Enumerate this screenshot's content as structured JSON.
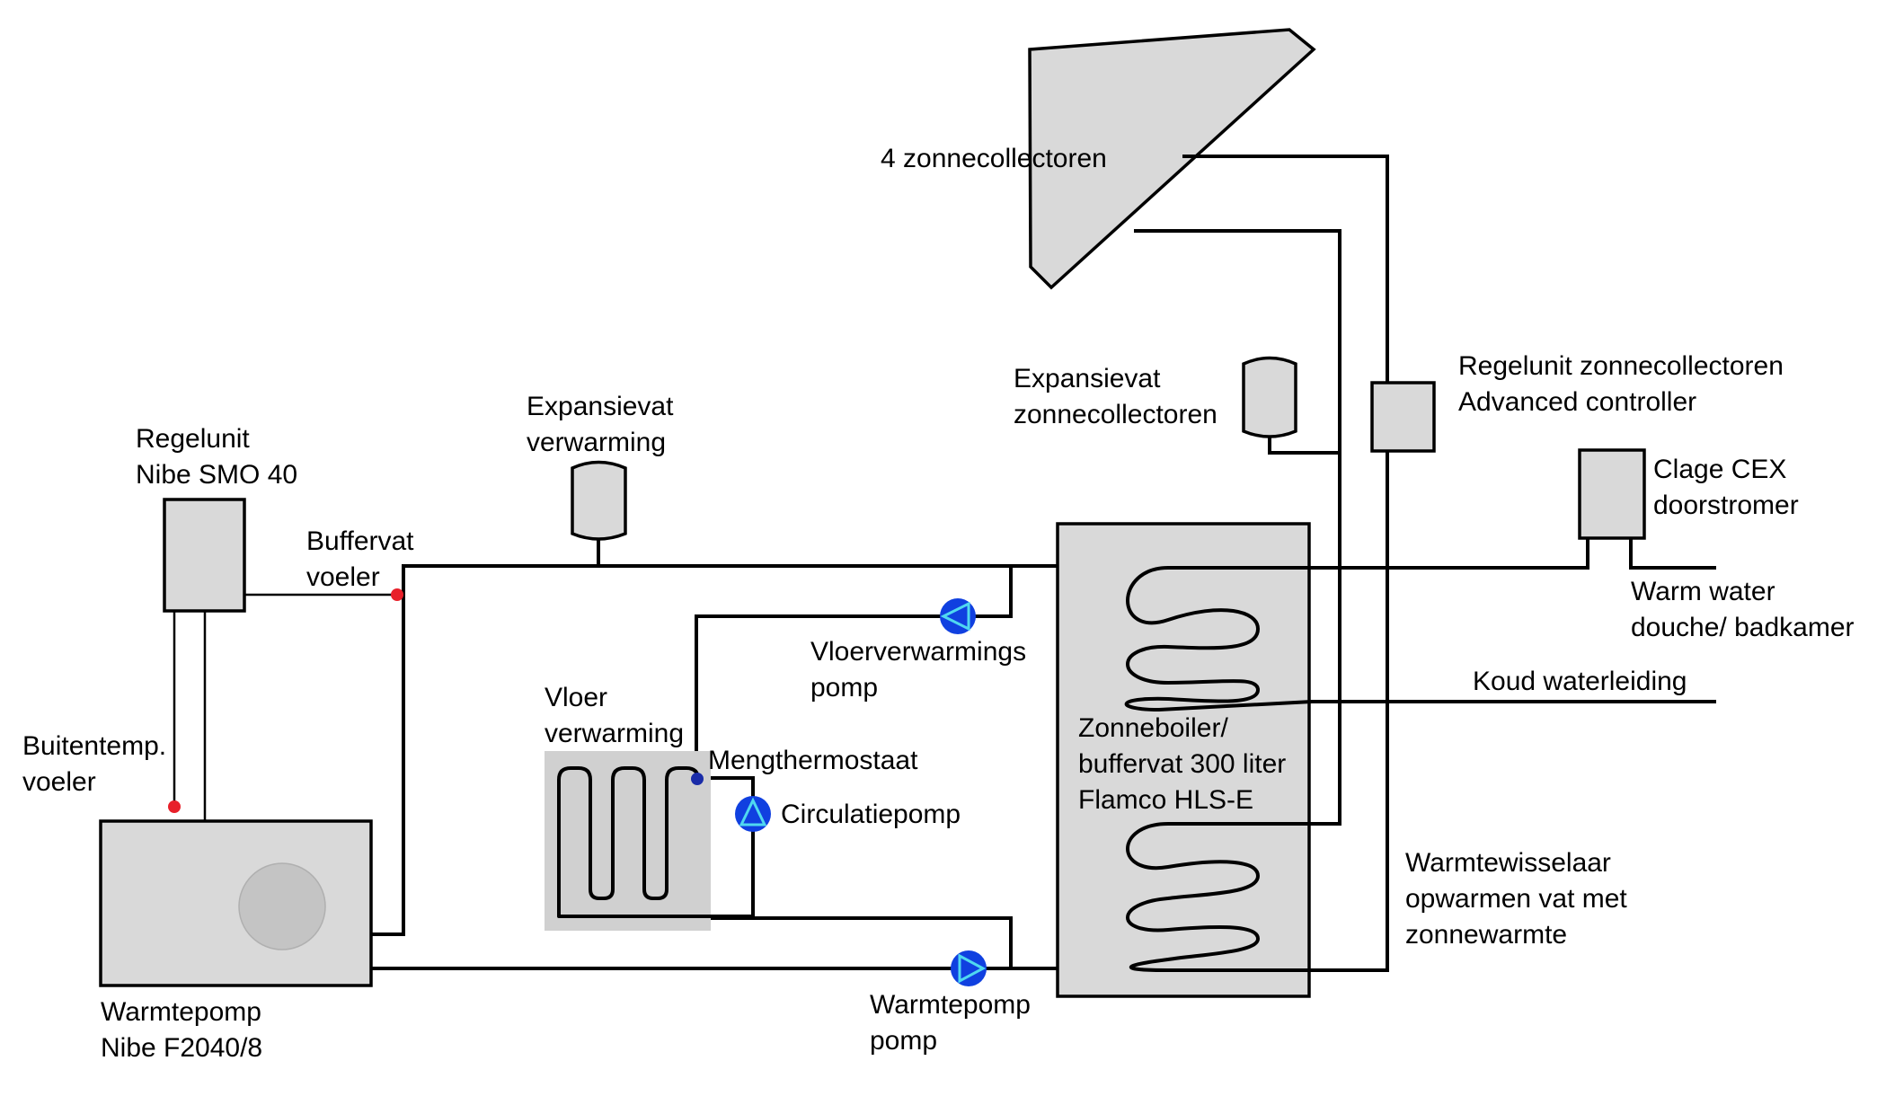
{
  "labels": {
    "zonnecollectoren": "4 zonnecollectoren",
    "expansievat_zonne_1": "Expansievat",
    "expansievat_zonne_2": "zonnecollectoren",
    "regelunit_zonne_1": "Regelunit zonnecollectoren",
    "regelunit_zonne_2": "Advanced controller",
    "clage_1": "Clage CEX",
    "clage_2": "doorstromer",
    "warm_water_1": "Warm water",
    "warm_water_2": "douche/ badkamer",
    "koud_water": "Koud waterleiding",
    "regelunit_nibe_1": "Regelunit",
    "regelunit_nibe_2": "Nibe SMO 40",
    "expansievat_verw_1": "Expansievat",
    "expansievat_verw_2": "verwarming",
    "buffervat_voeler_1": "Buffervat",
    "buffervat_voeler_2": "voeler",
    "vloerverwarmingspomp_1": "Vloerverwarmings",
    "vloerverwarmingspomp_2": "pomp",
    "vloerverwarming_1": "Vloer",
    "vloerverwarming_2": "verwarming",
    "mengthermostaat": "Mengthermostaat",
    "circulatiepomp": "Circulatiepomp",
    "buitentemp_1": "Buitentemp.",
    "buitentemp_2": "voeler",
    "zonneboiler_1": "Zonneboiler/",
    "zonneboiler_2": "buffervat 300 liter",
    "zonneboiler_3": "Flamco HLS-E",
    "warmtewisselaar_1": "Warmtewisselaar",
    "warmtewisselaar_2": "opwarmen vat met",
    "warmtewisselaar_3": "zonnewarmte",
    "warmtepomp_1": "Warmtepomp",
    "warmtepomp_2": "Nibe F2040/8",
    "warmtepomp_pomp_1": "Warmtepomp",
    "warmtepomp_pomp_2": "pomp"
  },
  "colors": {
    "component_fill": "#d9d9d9",
    "floor_heating_fill": "#d0d0d0",
    "fan_fill": "#c4c4c4",
    "pipe": "#000000",
    "sensor": "#e8202a",
    "pump_fill": "#1040e0",
    "pump_symbol": "#4fd8f0",
    "mixing_valve": "#1a2ca8"
  }
}
